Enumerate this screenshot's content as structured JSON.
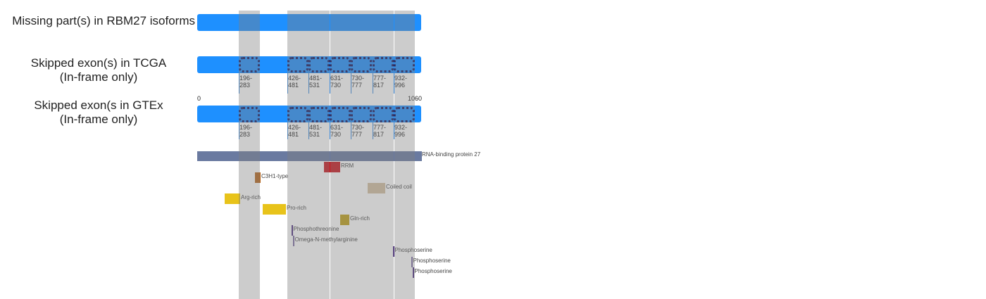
{
  "rows": {
    "missing": "Missing part(s) in RBM27 isoforms",
    "tcga_line1": "Skipped exon(s) in TCGA",
    "tcga_line2": "(In-frame only)",
    "gtex_line1": "Skipped exon(s in GTEx",
    "gtex_line2": "(In-frame only)"
  },
  "axis": {
    "start": "0",
    "end": "1060"
  },
  "exons": [
    {
      "l1": "196-",
      "l2": "283"
    },
    {
      "l1": "426-",
      "l2": "481"
    },
    {
      "l1": "481-",
      "l2": "531"
    },
    {
      "l1": "631-",
      "l2": "730"
    },
    {
      "l1": "730-",
      "l2": "777"
    },
    {
      "l1": "777-",
      "l2": "817"
    },
    {
      "l1": "932-",
      "l2": "996"
    }
  ],
  "protein": {
    "label": "RNA-binding protein 27",
    "color": "#6a7aa0"
  },
  "features": [
    {
      "label": "RRM",
      "color": "#c8171e"
    },
    {
      "label": "C3H1-type",
      "color": "#b5651d"
    },
    {
      "label": "Coiled coil",
      "color": "#d4c0a2"
    },
    {
      "label": "Arg-rich",
      "color": "#e8c31a"
    },
    {
      "label": "Pro-rich",
      "color": "#e8c31a"
    },
    {
      "label": "Gln-rich",
      "color": "#c0a116"
    },
    {
      "label": "Phosphothreonine",
      "color": "#4b2d7f"
    },
    {
      "label": "Omega-N-methylarginine",
      "color": "#7a6aa0"
    },
    {
      "label": "Phosphoserine",
      "color": "#4b2d7f"
    },
    {
      "label": "Phosphoserine",
      "color": "#7a6aa0"
    },
    {
      "label": "Phosphoserine",
      "color": "#4b2d7f"
    }
  ]
}
